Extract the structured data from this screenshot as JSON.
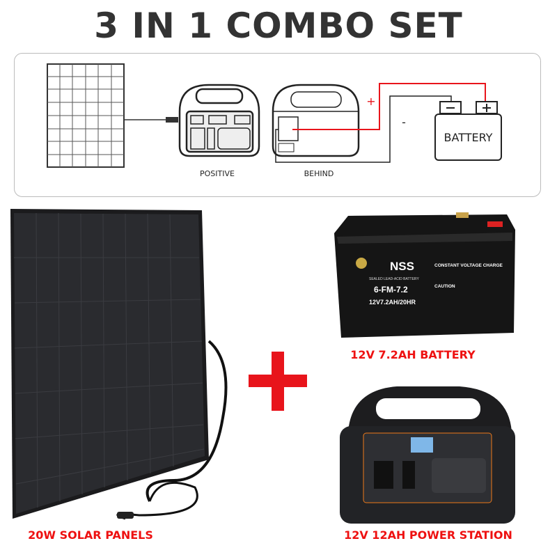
{
  "title": "3 IN 1 COMBO SET",
  "diagram": {
    "captions": {
      "front": "POSITIVE",
      "back": "BEHIND"
    },
    "battery_label": "BATTERY",
    "plus": "+",
    "minus": "-"
  },
  "products": {
    "solar_panel": "20W SOLAR PANELS",
    "battery": "12V 7.2AH BATTERY",
    "power_station": "12V 12AH POWER STATION"
  },
  "battery_print": {
    "brand": "NSS",
    "type": "SEALED LEAD-ACID BATTERY",
    "model": "6-FM-7.2",
    "rating": "12V7.2AH/20HR",
    "charge_heading": "CONSTANT VOLTAGE CHARGE",
    "caution": "CAUTION"
  },
  "colors": {
    "accent": "#e8141b",
    "title": "#333333"
  }
}
